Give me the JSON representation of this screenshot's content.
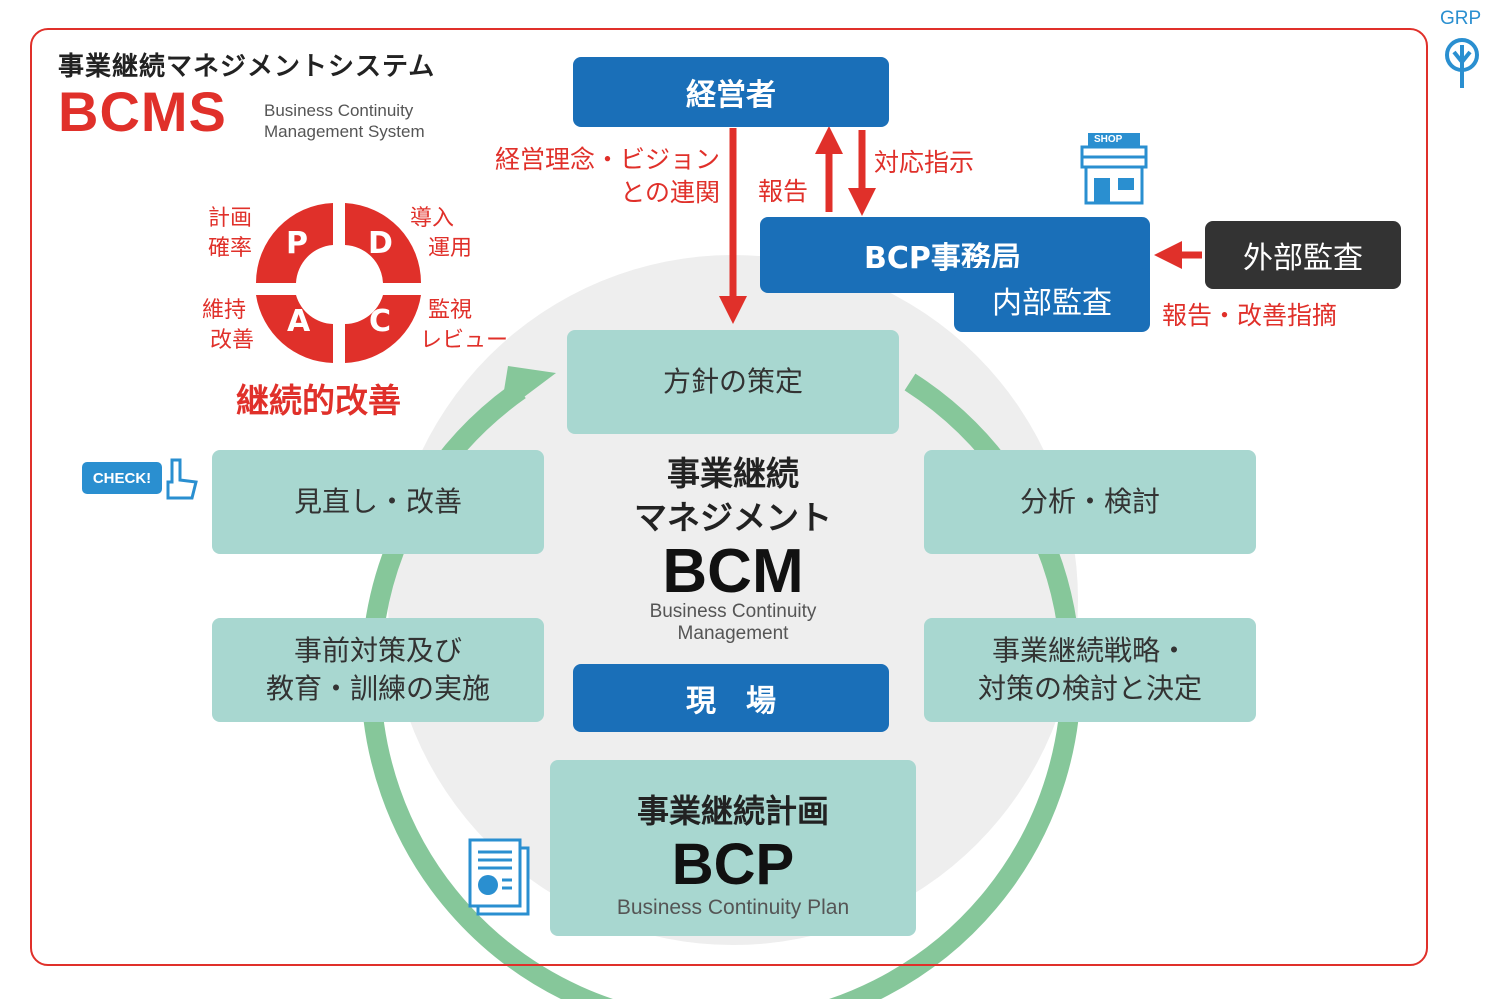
{
  "header": {
    "title": "事業継続マネジメントシステム",
    "acronym": "BCMS",
    "subtitle_line1": "Business Continuity",
    "subtitle_line2": "Management System"
  },
  "logo": {
    "text": "GRP"
  },
  "management": {
    "label": "経営者"
  },
  "arrows": {
    "philosophy_line1": "経営理念・ビジョン",
    "philosophy_line2": "との連関",
    "report": "報告",
    "instruction": "対応指示",
    "audit_feedback": "報告・改善指摘"
  },
  "shop_icon": {
    "text": "SHOP"
  },
  "bcp_office": {
    "label": "BCP事務局",
    "internal_audit": "内部監査"
  },
  "external_audit": {
    "label": "外部監査"
  },
  "pdca": {
    "letters": [
      "P",
      "D",
      "A",
      "C"
    ],
    "plan_line1": "計画",
    "plan_line2": "確率",
    "do_line1": "導入",
    "do_line2": "運用",
    "act_line1": "維持",
    "act_line2": "改善",
    "check_line1": "監視",
    "check_line2": "レビュー",
    "caption": "継続的改善"
  },
  "cycle": {
    "policy": "方針の策定",
    "analysis": "分析・検討",
    "strategy_line1": "事業継続戦略・",
    "strategy_line2": "対策の検討と決定",
    "measures_line1": "事前対策及び",
    "measures_line2": "教育・訓練の実施",
    "review": "見直し・改善"
  },
  "center": {
    "title_line1": "事業継続",
    "title_line2": "マネジメント",
    "acronym": "BCM",
    "sub_line1": "Business Continuity",
    "sub_line2": "Management",
    "field": "現　場"
  },
  "bcp": {
    "title": "事業継続計画",
    "acronym": "BCP",
    "sub": "Business Continuity Plan"
  },
  "check_badge": {
    "text": "CHECK!"
  },
  "colors": {
    "red": "#e0302a",
    "blue": "#1a6fb8",
    "teal": "#a8d7d0",
    "green": "#86c79a",
    "dark": "#333333"
  }
}
